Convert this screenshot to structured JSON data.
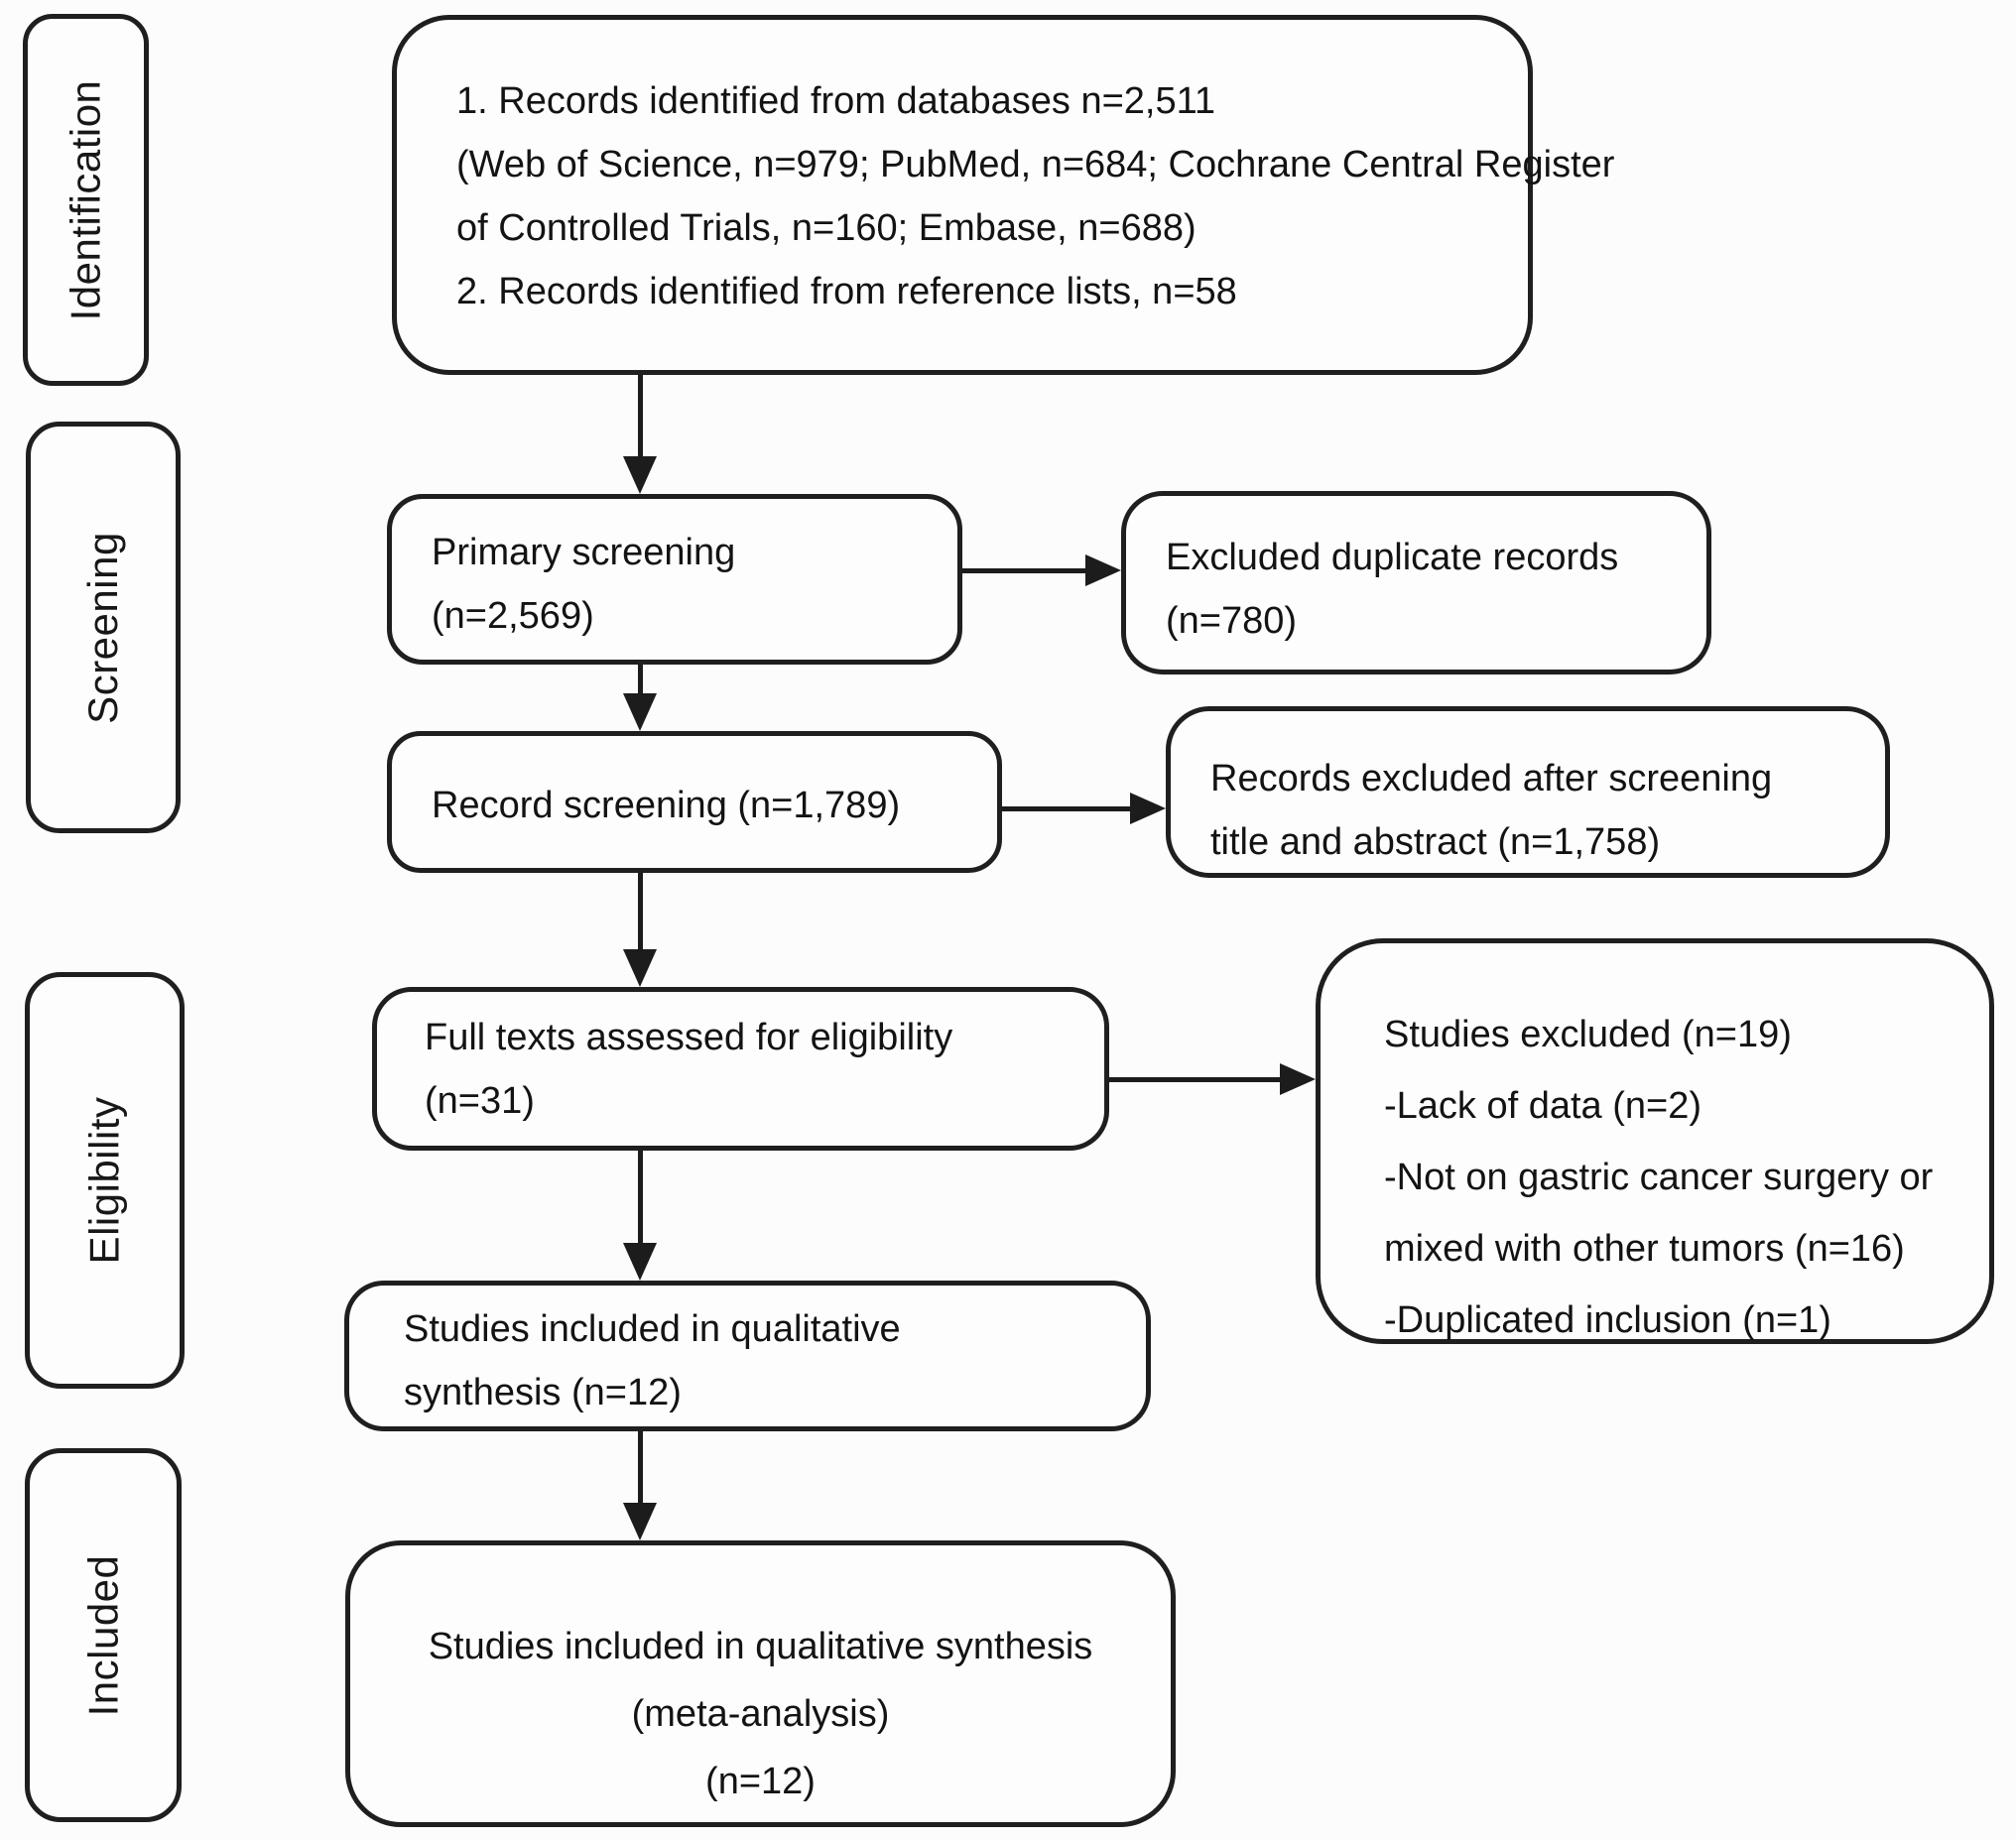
{
  "sidebar": {
    "stages": [
      {
        "label": "Identification"
      },
      {
        "label": "Screening"
      },
      {
        "label": "Eligibility"
      },
      {
        "label": "Included"
      }
    ]
  },
  "flow": {
    "records_identified": {
      "lines": [
        "1. Records identified from databases n=2,511",
        "(Web of Science, n=979; PubMed, n=684; Cochrane Central Register",
        "of Controlled Trials, n=160; Embase, n=688)",
        "2. Records identified from reference lists, n=58"
      ]
    },
    "primary_screening": {
      "lines": [
        "Primary screening",
        "(n=2,569)"
      ]
    },
    "excluded_duplicates": {
      "lines": [
        "Excluded duplicate records",
        "(n=780)"
      ]
    },
    "record_screening": {
      "lines": [
        "Record screening (n=1,789)"
      ]
    },
    "records_excluded": {
      "lines": [
        "Records excluded after screening",
        "title and abstract (n=1,758)"
      ]
    },
    "full_texts_assessed": {
      "lines": [
        "Full texts assessed for eligibility",
        "(n=31)"
      ]
    },
    "studies_excluded": {
      "lines": [
        "Studies excluded (n=19)",
        "-Lack of data (n=2)",
        "-Not on gastric cancer surgery or",
        "mixed with other tumors (n=16)",
        "-Duplicated inclusion (n=1)"
      ]
    },
    "qualitative_synthesis": {
      "lines": [
        "Studies included in qualitative",
        "synthesis (n=12)"
      ]
    },
    "meta_analysis": {
      "lines": [
        "Studies included in qualitative synthesis",
        "(meta-analysis)",
        "(n=12)"
      ]
    }
  },
  "colors": {
    "line": "#1c1c1c",
    "border": "#1f1f1f",
    "text": "#131313",
    "background": "#fcfcfc"
  }
}
